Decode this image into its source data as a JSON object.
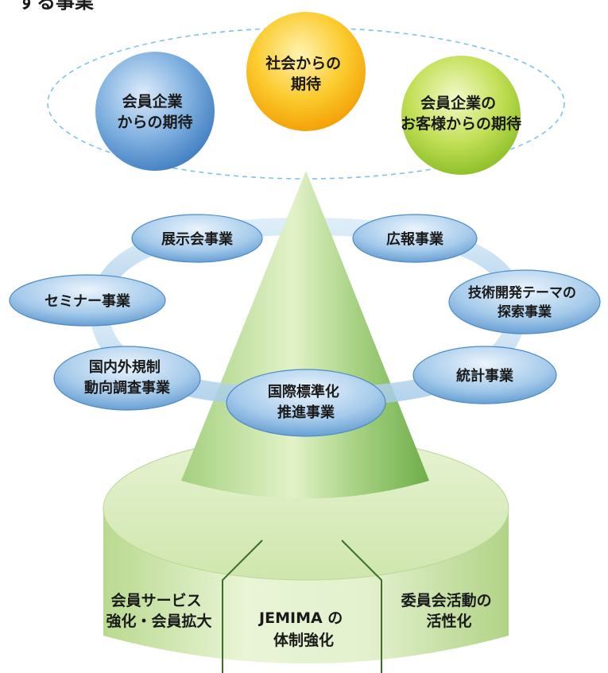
{
  "heading": "する事業",
  "expectations": [
    {
      "line1": "会員企業",
      "line2": "からの期待"
    },
    {
      "line1": "社会からの",
      "line2": "期待"
    },
    {
      "line1": "会員企業の",
      "line2": "お客様からの期待"
    }
  ],
  "businesses": [
    {
      "line1": "展示会事業",
      "line2": ""
    },
    {
      "line1": "広報事業",
      "line2": ""
    },
    {
      "line1": "セミナー事業",
      "line2": ""
    },
    {
      "line1": "技術開発テーマの",
      "line2": "探索事業"
    },
    {
      "line1": "国内外規制",
      "line2": "動向調査事業"
    },
    {
      "line1": "統計事業",
      "line2": ""
    },
    {
      "line1": "国際標準化",
      "line2": "推進事業"
    }
  ],
  "foundation": [
    {
      "line1": "会員サービス",
      "line2": "強化・会員拡大"
    },
    {
      "line1": "JEMIMA の",
      "line2": "体制強化"
    },
    {
      "line1": "委員会活動の",
      "line2": "活性化"
    }
  ],
  "colors": {
    "blue_sphere": "#4a86c6",
    "orange_sphere": "#f6a800",
    "green_sphere": "#8dbf2f",
    "cone": "#8fc46a",
    "pill": "#6fa6d6",
    "ring": "#bcd9ee",
    "base": "#cfe5ab",
    "dash": "#7fc4e6"
  }
}
